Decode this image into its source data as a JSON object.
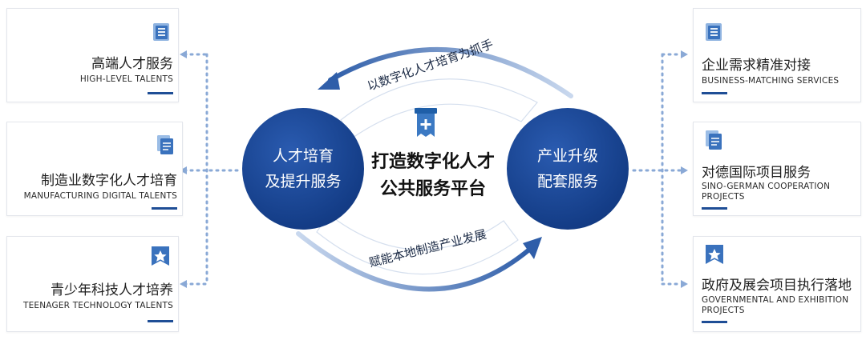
{
  "center": {
    "title_line1": "打造数字化人才",
    "title_line2": "公共服务平台"
  },
  "circles": {
    "left": {
      "line1": "人才培育",
      "line2": "及提升服务"
    },
    "right": {
      "line1": "产业升级",
      "line2": "配套服务"
    }
  },
  "arcs": {
    "top": "以数字化人才培育为抓手",
    "bottom": "赋能本地制造产业发展"
  },
  "left_cards": [
    {
      "zh": "高端人才服务",
      "en": "HIGH-LEVEL TALENTS",
      "icon": "list-icon"
    },
    {
      "zh": "制造业数字化人才培育",
      "en": "MANUFACTURING DIGITAL TALENTS",
      "icon": "document-icon"
    },
    {
      "zh": "青少年科技人才培养",
      "en": "TEENAGER TECHNOLOGY TALENTS",
      "icon": "star-badge-icon"
    }
  ],
  "right_cards": [
    {
      "zh": "企业需求精准对接",
      "en": "BUSINESS-MATCHING SERVICES",
      "en2": "",
      "icon": "list-icon"
    },
    {
      "zh": "对德国际项目服务",
      "en": "SINO-GERMAN COOPERATION",
      "en2": "PROJECTS",
      "icon": "document-icon"
    },
    {
      "zh": "政府及展会项目执行落地",
      "en": "GOVERNMENTAL AND EXHIBITION",
      "en2": "PROJECTS",
      "icon": "star-badge-icon"
    }
  ],
  "colors": {
    "primary": "#1f4e96",
    "accent_light": "#8fb0dc",
    "dots": "#8aa9d6"
  }
}
